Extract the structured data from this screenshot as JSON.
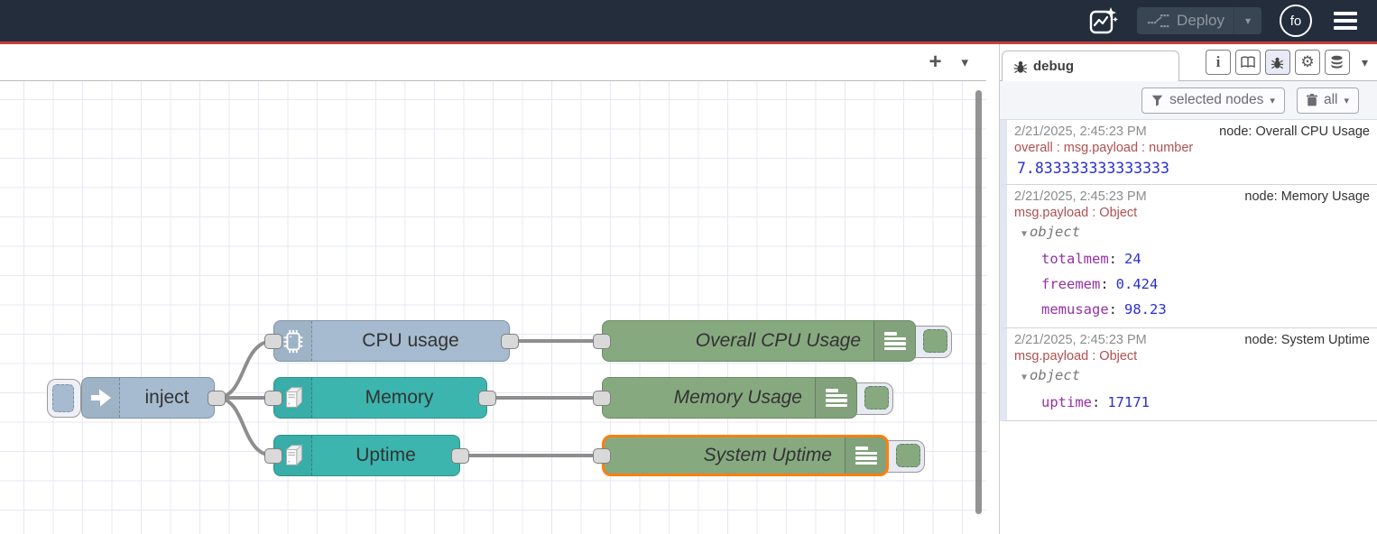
{
  "header": {
    "deploy_label": "Deploy",
    "user_initials": "fo"
  },
  "glyphs": {
    "caret_down": "▾",
    "tree_caret": "▼",
    "plus": "+",
    "colon": ":",
    "info_i": "i",
    "gear": "⚙"
  },
  "icons": {
    "header": [
      "ai-flow-sparkle-icon",
      "deploy-nodes-icon",
      "user-avatar",
      "hamburger-menu-icon"
    ],
    "sidebar_tabs": [
      "info-icon",
      "book-icon",
      "bug-icon",
      "gear-icon",
      "database-icon"
    ],
    "toolbar": [
      "funnel-icon",
      "trash-icon"
    ],
    "nodes": [
      "inject-arrow-icon",
      "microchip-icon",
      "server-tower-icon",
      "console-lines-icon"
    ]
  },
  "flow": {
    "nodes": [
      {
        "label": "inject",
        "type": "inject",
        "color": "#a6bbcf"
      },
      {
        "label": "CPU usage",
        "type": "os-cpu",
        "color": "#a6bbcf"
      },
      {
        "label": "Memory",
        "type": "os-memory",
        "color": "#3cb5ae"
      },
      {
        "label": "Uptime",
        "type": "os-uptime",
        "color": "#3cb5ae"
      },
      {
        "label": "Overall CPU Usage",
        "type": "debug",
        "color": "#87a980"
      },
      {
        "label": "Memory Usage",
        "type": "debug",
        "color": "#87a980"
      },
      {
        "label": "System Uptime",
        "type": "debug",
        "color": "#87a980",
        "selected": true
      }
    ]
  },
  "sidebar": {
    "tab_label": "debug",
    "toolbar": {
      "filter_label": "selected nodes",
      "clear_label": "all"
    },
    "messages": [
      {
        "timestamp": "2/21/2025, 2:45:23 PM",
        "node_name": "node: Overall CPU Usage",
        "property": "overall : msg.payload : number",
        "value": "7.833333333333333"
      },
      {
        "timestamp": "2/21/2025, 2:45:23 PM",
        "node_name": "node: Memory Usage",
        "property": "msg.payload : Object",
        "object_label": "object",
        "fields": [
          {
            "key": "totalmem",
            "value": "24"
          },
          {
            "key": "freemem",
            "value": "0.424"
          },
          {
            "key": "memusage",
            "value": "98.23"
          }
        ]
      },
      {
        "timestamp": "2/21/2025, 2:45:23 PM",
        "node_name": "node: System Uptime",
        "property": "msg.payload : Object",
        "object_label": "object",
        "fields": [
          {
            "key": "uptime",
            "value": "17171"
          }
        ]
      }
    ]
  },
  "colors": {
    "header_bg": "#232d3c",
    "header_accent_line": "#c63d3d",
    "node_inject_blue": "#a6bbcf",
    "node_os_teal": "#3cb5ae",
    "node_debug_green": "#87a980",
    "selected_border_orange": "#ff7f0e",
    "wire_gray": "#8e8e8e",
    "debug_key_purple": "#9431a4",
    "debug_number_blue": "#2a2ed2",
    "debug_property_red": "#b05050",
    "timestamp_gray": "#8c8c8c"
  }
}
